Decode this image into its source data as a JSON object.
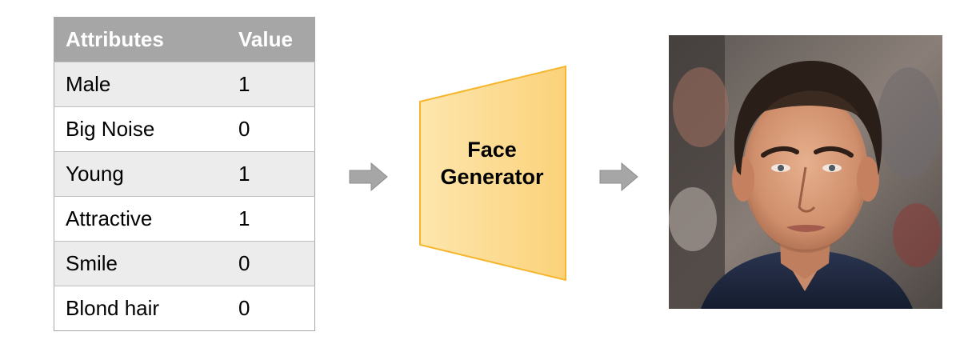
{
  "table": {
    "header": {
      "attribute": "Attributes",
      "value": "Value"
    },
    "rows": [
      {
        "attribute": "Male",
        "value": "1"
      },
      {
        "attribute": "Big Noise",
        "value": "0"
      },
      {
        "attribute": "Young",
        "value": "1"
      },
      {
        "attribute": "Attractive",
        "value": "1"
      },
      {
        "attribute": "Smile",
        "value": "0"
      },
      {
        "attribute": "Blond hair",
        "value": "0"
      }
    ]
  },
  "generator": {
    "line1": "Face",
    "line2": "Generator"
  },
  "colors": {
    "header_bg": "#a6a6a6",
    "row_stripe": "#ececec",
    "arrow_fill": "#a6a6a6",
    "generator_fill": "#fcd88a",
    "generator_border": "#f5b62e"
  },
  "icons": {
    "arrow": "right-arrow-icon",
    "output": "face-photo"
  }
}
